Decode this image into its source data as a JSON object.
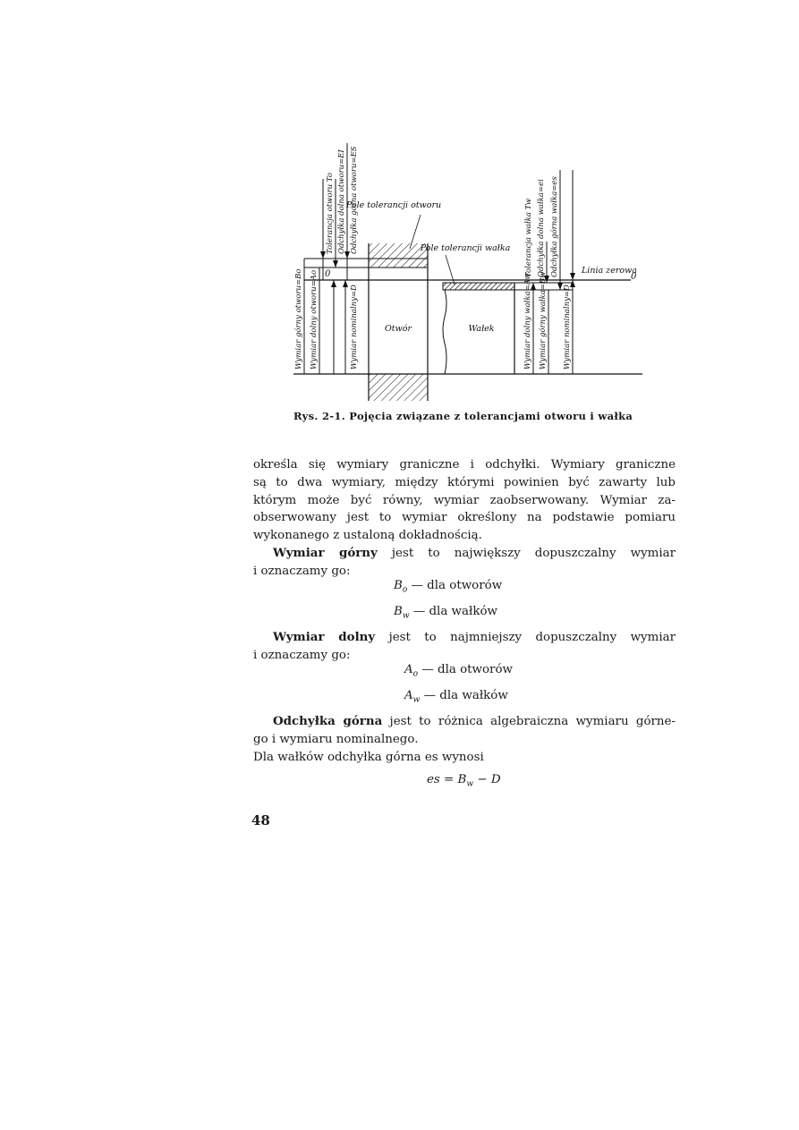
{
  "figure": {
    "labels": {
      "hole_tolerance_field": "Pole tolerancji otworu",
      "shaft_tolerance_field": "Pole tolerancji wałka",
      "zero_line": "Linia zerowa",
      "zero": "0",
      "zero_left": "0",
      "hole": "Otwór",
      "shaft": "Wałek",
      "hole_tolerance": "Tolerancja otworu To",
      "hole_lower_dev": "Odchyłka dolna otworu=EI",
      "hole_upper_dev": "Odchyłka górna otworu=ES",
      "hole_upper_size": "Wymiar górny otworu=Bo",
      "hole_lower_size": "Wymiar dolny otworu=Ao",
      "hole_nominal": "Wymiar nominalny=D",
      "shaft_tolerance": "Tolerancja wałka Tw",
      "shaft_lower_dev": "Odchyłka dolna wałka=ei",
      "shaft_upper_dev": "Odchyłka górna wałka=es",
      "shaft_lower_size": "Wymiar dolny wałka=Aw",
      "shaft_upper_size": "Wymiar górny wałka=Bw",
      "shaft_nominal": "Wymiar nominalny=D"
    },
    "caption": "Rys. 2-1. Pojęcia związane z tolerancjami otworu i wałka"
  },
  "body": {
    "p1": [
      "określa się wymiary graniczne i odchyłki. Wymiary graniczne",
      "są to dwa wymiary, między którymi powinien być zawarty lub",
      "którym może być równy, wymiar zaobserwowany. Wymiar za-",
      "obserwowany jest to wymiar określony na podstawie pomiaru",
      "wykonanego z ustaloną dokładnością."
    ],
    "p2_term": "Wymiar górny",
    "p2_rest": " jest to największy dopuszczalny wymiar",
    "p2_line2": "i oznaczamy go:",
    "f1_sym": "B",
    "f1_sub": "o",
    "f1_desc": " — dla otworów",
    "f2_sym": "B",
    "f2_sub": "w",
    "f2_desc": " — dla wałków",
    "p3_term": "Wymiar dolny",
    "p3_rest": " jest to najmniejszy dopuszczalny wymiar",
    "p3_line2": "i oznaczamy go:",
    "f3_sym": "A",
    "f3_sub": "o",
    "f3_desc": " — dla otworów",
    "f4_sym": "A",
    "f4_sub": "w",
    "f4_desc": " — dla wałków",
    "p4_term": "Odchyłka górna",
    "p4_rest": " jest to różnica algebraiczna wymiaru górne-",
    "p4_line2": "go i wymiaru nominalnego.",
    "p5": "Dla wałków odchyłka górna es wynosi",
    "f5": "es = B",
    "f5_sub": "w",
    "f5_tail": " − D"
  },
  "page_number": "48"
}
